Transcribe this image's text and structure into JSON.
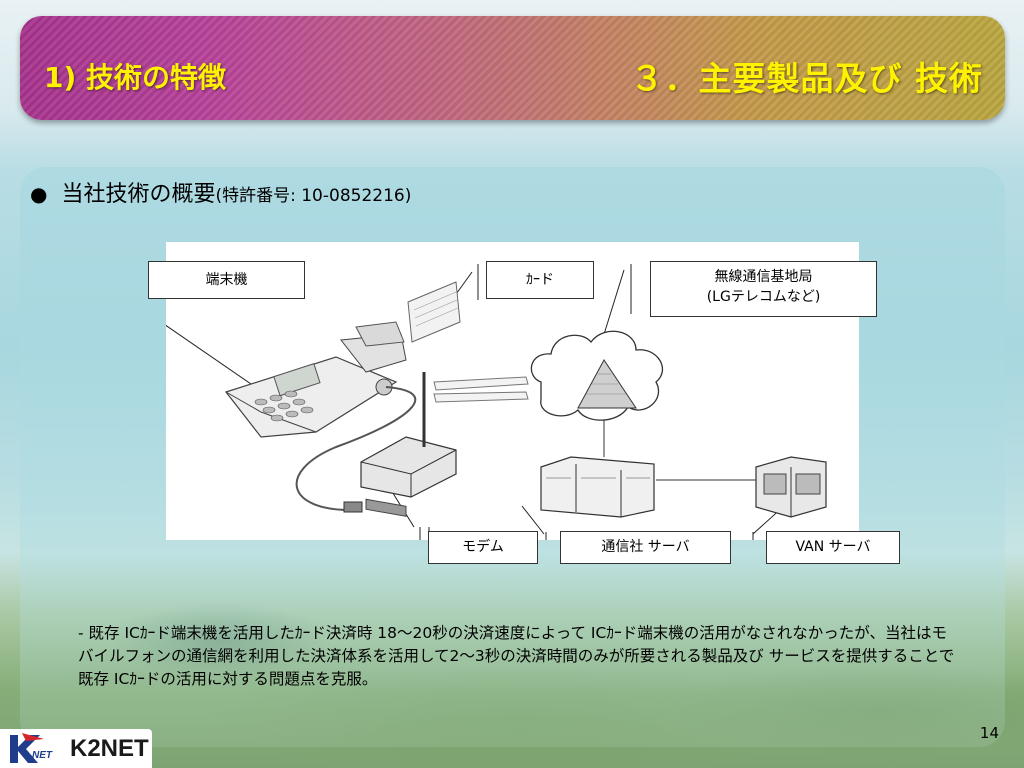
{
  "header": {
    "section": "1) 技術の特徴",
    "chapter": "３．主要製品及び 技術"
  },
  "bullet": {
    "title": "当社技術の概要",
    "patent": "(特許番号: 10-0852216)"
  },
  "diagram": {
    "labels": {
      "terminal": "端末機",
      "card": "ｶｰド",
      "base_station_line1": "無線通信基地局",
      "base_station_line2": "(LGテレコムなど)",
      "modem": "モデム",
      "carrier_server": "通信社 サーバ",
      "van_server": "VAN サーバ"
    }
  },
  "description": "- 既存 ICｶｰド端末機を活用したｶｰド決済時 18～20秒の決済速度によって ICｶｰド端末機の活用がなされなかったが、当社はモバイルフォンの通信網を利用した決済体系を活用して2～3秒の決済時間のみが所要される製品及び サービスを提供することで既存 ICｶｰドの活用に対する問題点を克服。",
  "footer": {
    "page_number": "14",
    "logo_text": "K2NET",
    "logo_small": "NET"
  },
  "colors": {
    "title_text": "#fff200",
    "banner_start": "#a6338c",
    "banner_end": "#b9a640",
    "logo_blue": "#1f3d8a",
    "logo_red": "#d7262b"
  }
}
